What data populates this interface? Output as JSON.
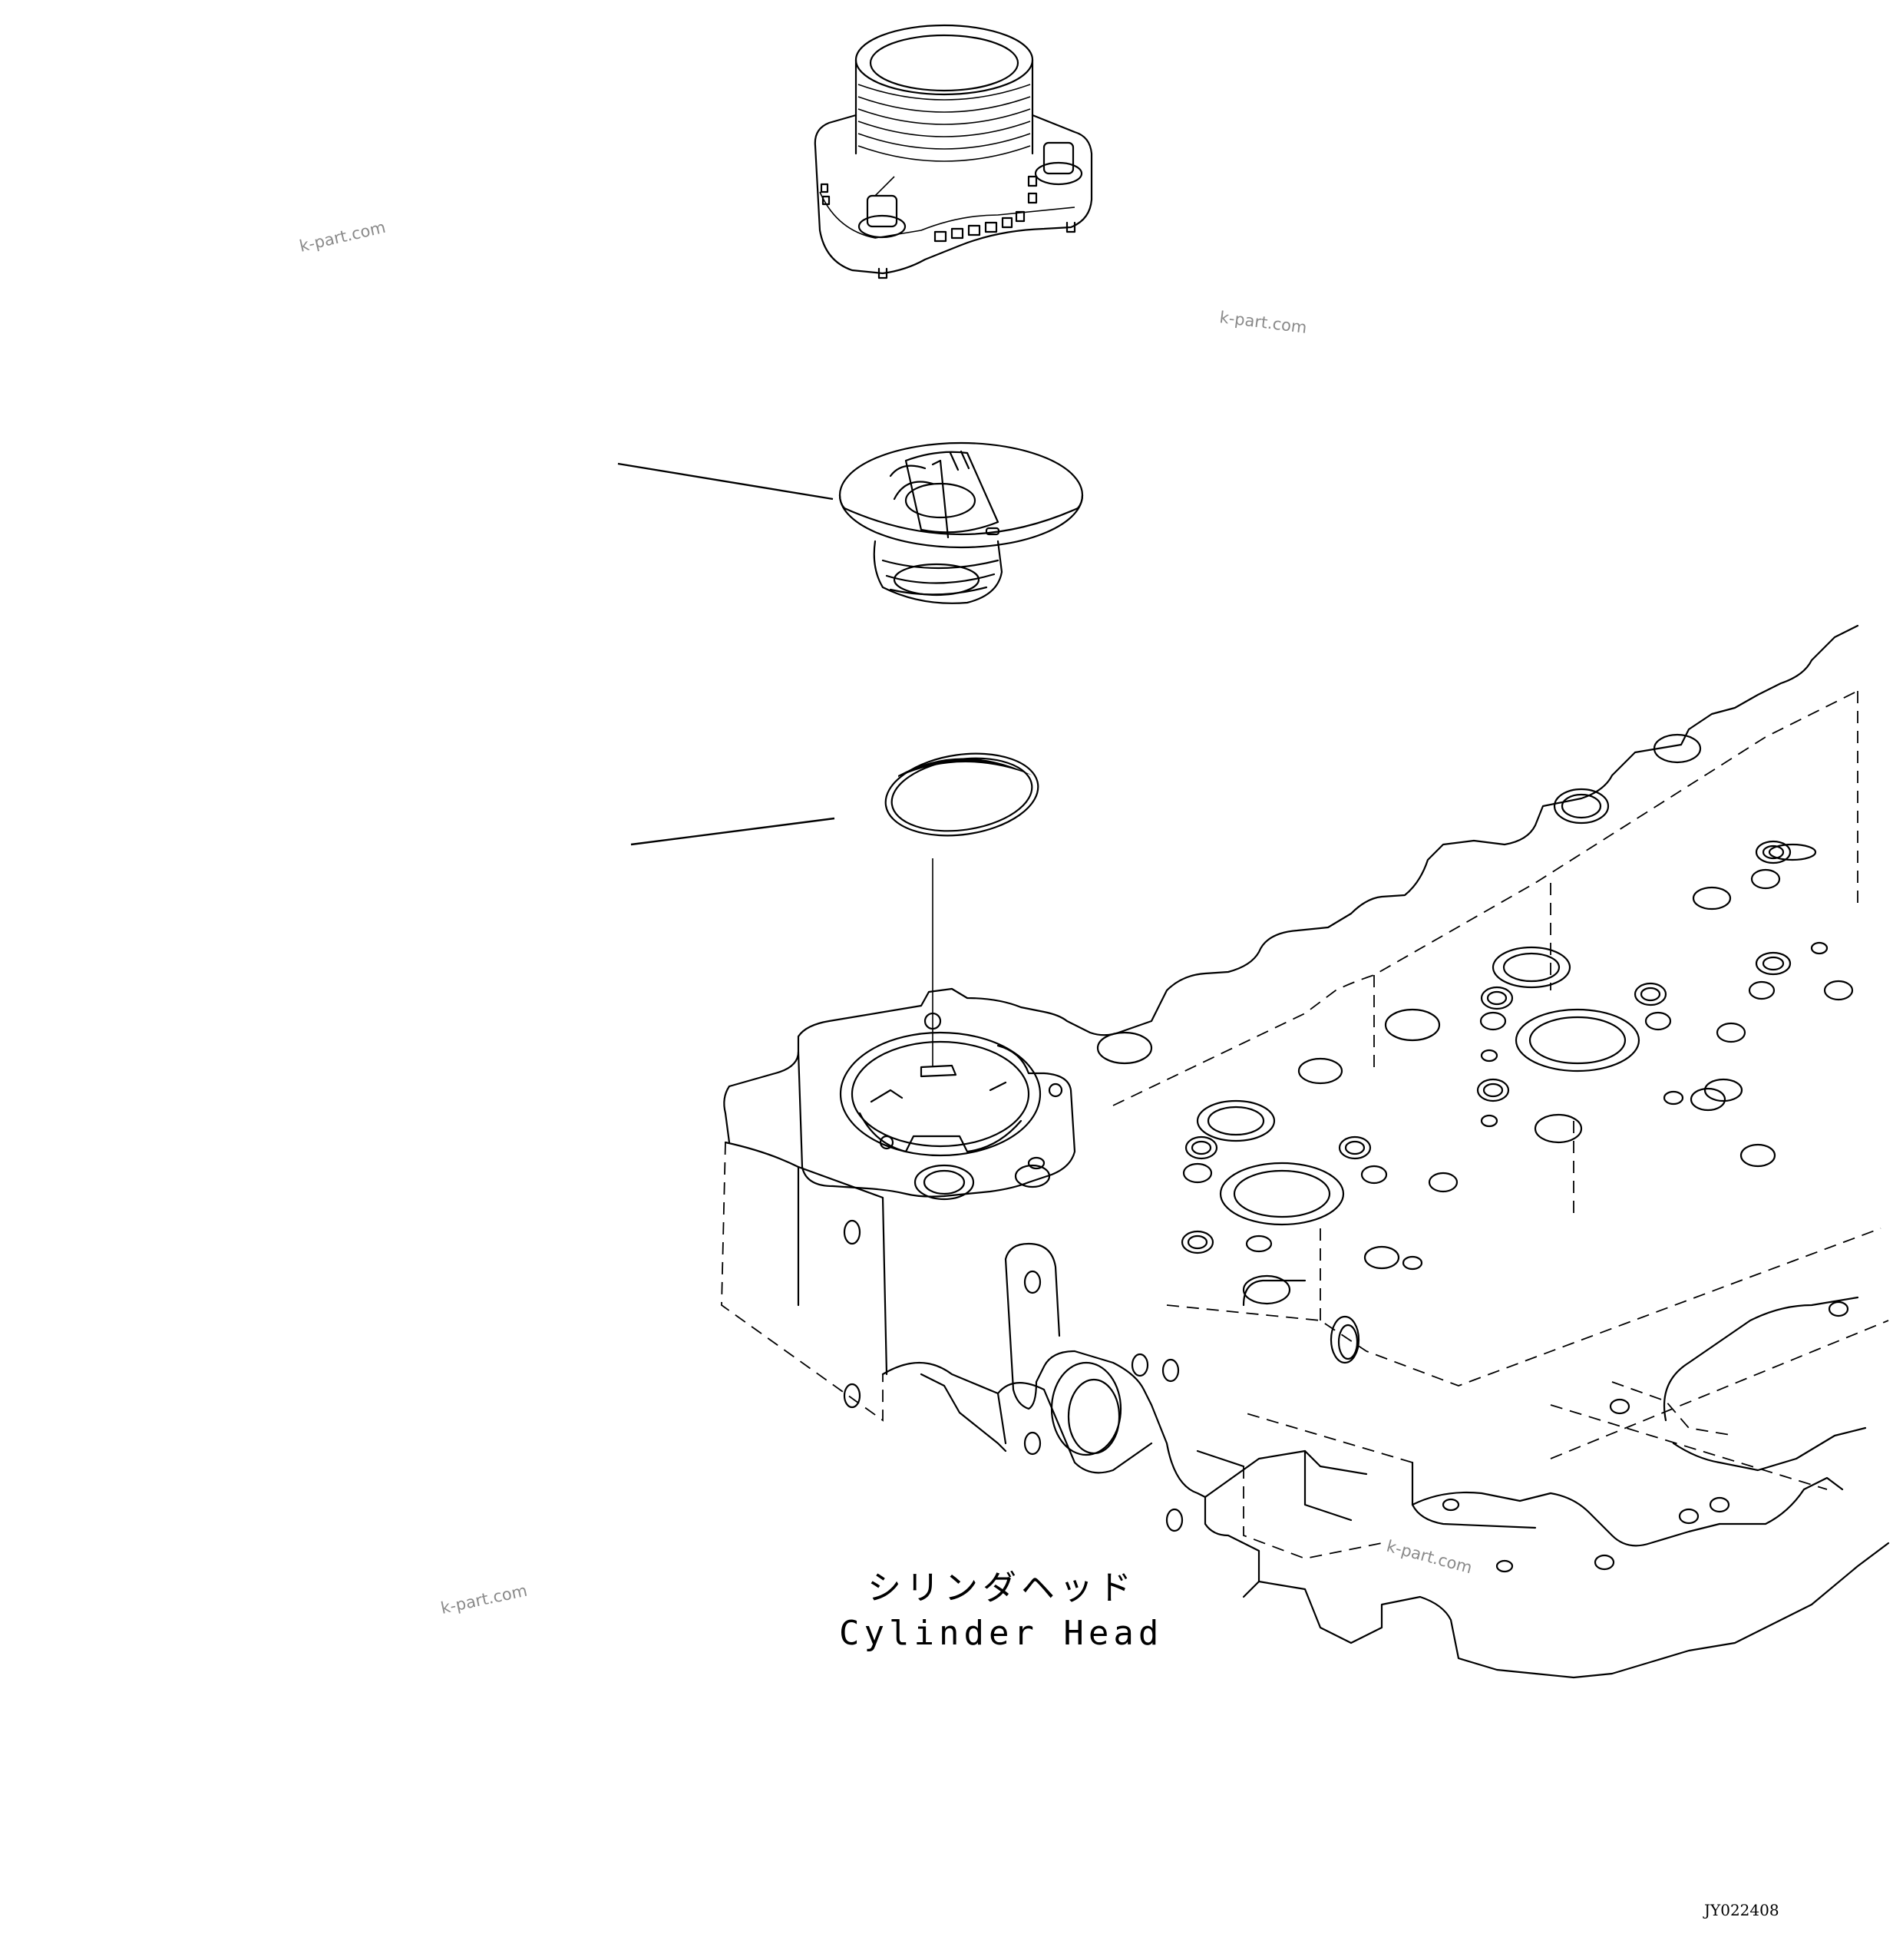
{
  "diagram": {
    "labels": {
      "part_name_jp": "シリンダヘッド",
      "part_name_en": "Cylinder Head"
    },
    "drawing_code": "JY022408",
    "watermarks": [
      "k-part.com",
      "k-part.com",
      "k-part.com",
      "k-part.com"
    ]
  }
}
